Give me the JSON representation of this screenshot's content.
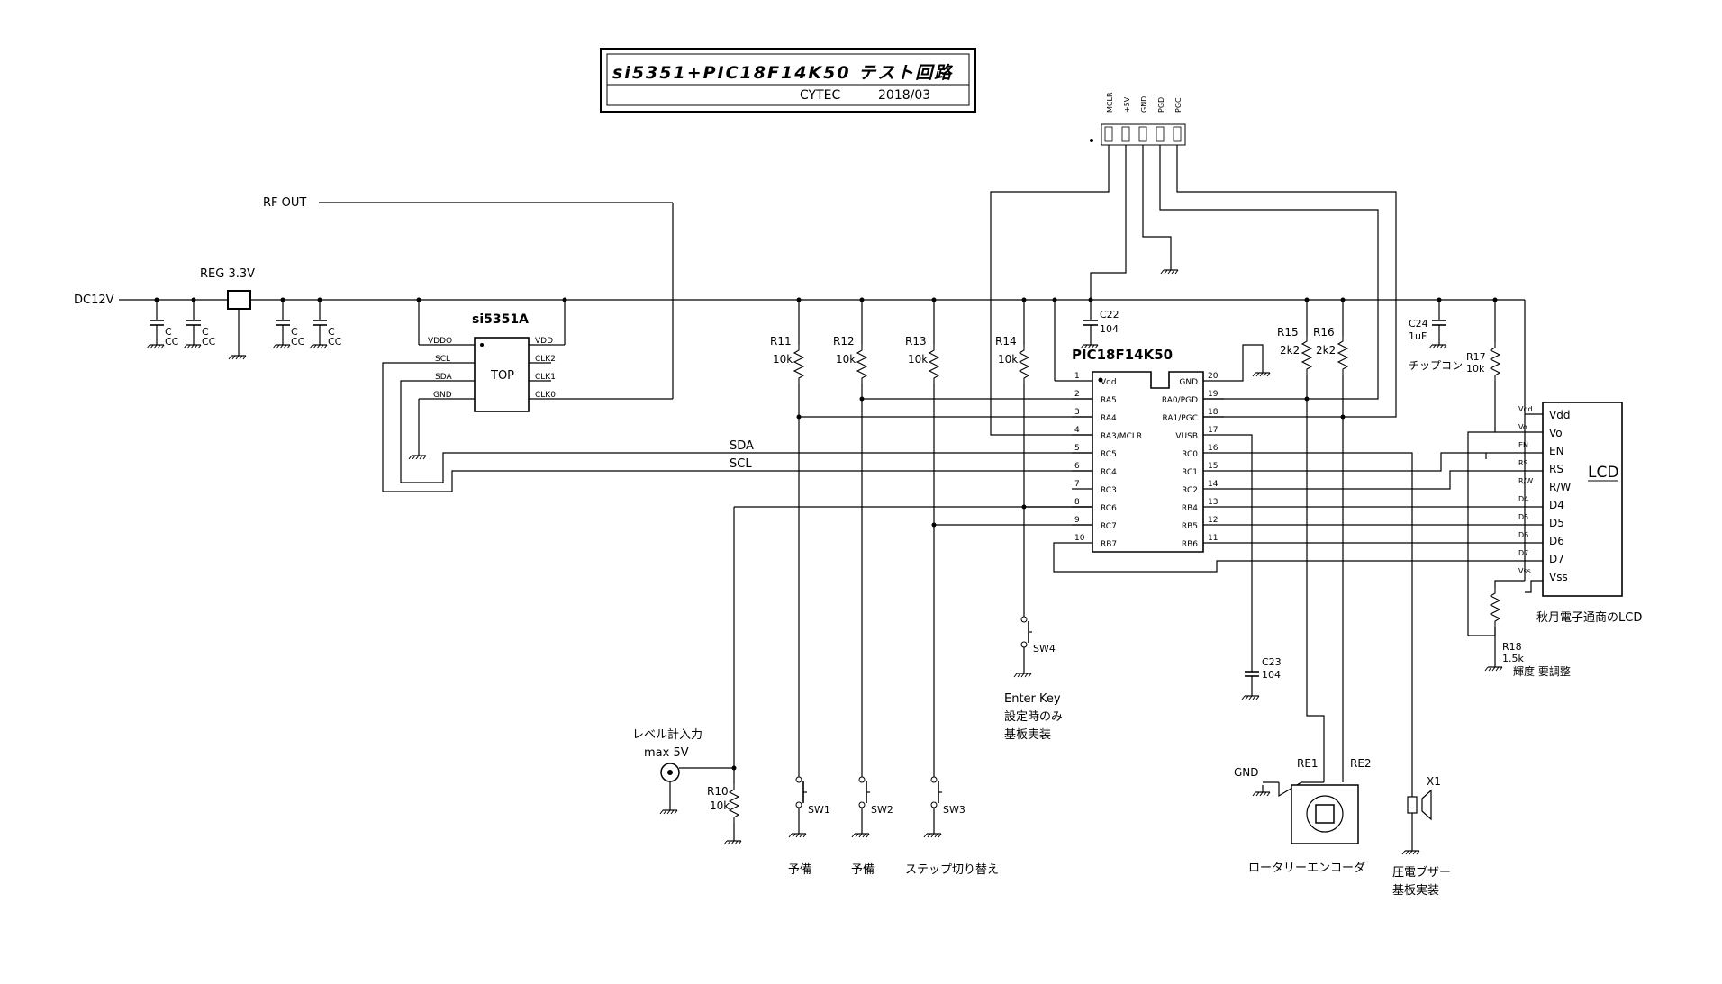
{
  "title_block": {
    "title": "si5351+PIC18F14K50 テスト回路",
    "company": "CYTEC",
    "date": "2018/03"
  },
  "rails": {
    "dc12v": "DC12V",
    "reg": "REG 3.3V",
    "rf_out": "RF OUT",
    "sda": "SDA",
    "scl": "SCL",
    "gnd": "GND"
  },
  "caps": {
    "cc_label": "C",
    "cc_value": "CC",
    "c22": {
      "ref": "C22",
      "value": "104"
    },
    "c24": {
      "ref": "C24",
      "value": "1uF",
      "note": "チップコン"
    },
    "c23": {
      "ref": "C23",
      "value": "104"
    }
  },
  "si5351": {
    "name": "si5351A",
    "body": "TOP",
    "left_pins": [
      "VDDO",
      "SCL",
      "SDA",
      "GND"
    ],
    "right_pins": [
      "VDD",
      "CLK2",
      "CLK1",
      "CLK0"
    ]
  },
  "pic": {
    "name": "PIC18F14K50",
    "left_pins": [
      {
        "num": "1",
        "label": "Vdd"
      },
      {
        "num": "2",
        "label": "RA5"
      },
      {
        "num": "3",
        "label": "RA4"
      },
      {
        "num": "4",
        "label": "RA3/MCLR"
      },
      {
        "num": "5",
        "label": "RC5"
      },
      {
        "num": "6",
        "label": "RC4"
      },
      {
        "num": "7",
        "label": "RC3"
      },
      {
        "num": "8",
        "label": "RC6"
      },
      {
        "num": "9",
        "label": "RC7"
      },
      {
        "num": "10",
        "label": "RB7"
      }
    ],
    "right_pins": [
      {
        "num": "20",
        "label": "GND"
      },
      {
        "num": "19",
        "label": "RA0/PGD"
      },
      {
        "num": "18",
        "label": "RA1/PGC"
      },
      {
        "num": "17",
        "label": "VUSB"
      },
      {
        "num": "16",
        "label": "RC0"
      },
      {
        "num": "15",
        "label": "RC1"
      },
      {
        "num": "14",
        "label": "RC2"
      },
      {
        "num": "13",
        "label": "RB4"
      },
      {
        "num": "12",
        "label": "RB5"
      },
      {
        "num": "11",
        "label": "RB6"
      }
    ]
  },
  "icsp": {
    "pins": [
      "MCLR",
      "+5V",
      "GND",
      "PGD",
      "PGC"
    ]
  },
  "resistors": {
    "r11": {
      "ref": "R11",
      "value": "10k"
    },
    "r12": {
      "ref": "R12",
      "value": "10k"
    },
    "r13": {
      "ref": "R13",
      "value": "10k"
    },
    "r14": {
      "ref": "R14",
      "value": "10k"
    },
    "r15": {
      "ref": "R15",
      "value": "2k2"
    },
    "r16": {
      "ref": "R16",
      "value": "2k2"
    },
    "r17": {
      "ref": "R17",
      "value": "10k"
    },
    "r10": {
      "ref": "R10",
      "value": "10k"
    },
    "r18": {
      "ref": "R18",
      "value": "1.5k",
      "note": "輝度 要調整"
    }
  },
  "switches": {
    "sw1": {
      "ref": "SW1",
      "label": "予備"
    },
    "sw2": {
      "ref": "SW2",
      "label": "予備"
    },
    "sw3": {
      "ref": "SW3",
      "label": "ステップ切り替え"
    },
    "sw4": {
      "ref": "SW4",
      "label1": "Enter  Key",
      "label2": "設定時のみ",
      "label3": "基板実装"
    }
  },
  "level_input": {
    "label": "レベル計入力",
    "max": "max  5V"
  },
  "encoder": {
    "re1": "RE1",
    "re2": "RE2",
    "label": "ロータリーエンコーダ"
  },
  "buzzer": {
    "ref": "X1",
    "label1": "圧電ブザー",
    "label2": "基板実装"
  },
  "lcd": {
    "title": "LCD",
    "pins": [
      "Vdd",
      "Vo",
      "EN",
      "RS",
      "R/W",
      "D4",
      "D5",
      "D6",
      "D7",
      "Vss"
    ],
    "vendor": "秋月電子通商のLCD"
  }
}
